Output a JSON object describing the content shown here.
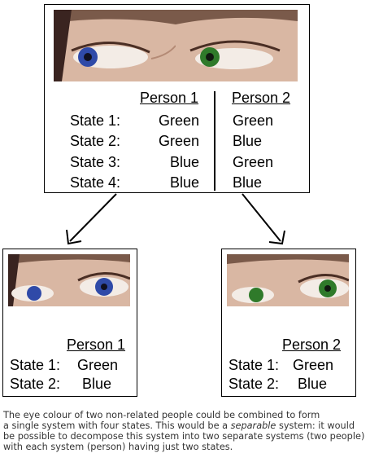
{
  "top": {
    "headers": [
      "Person 1",
      "Person 2"
    ],
    "rows": [
      {
        "label": "State 1:",
        "p1": "Green",
        "p2": "Green"
      },
      {
        "label": "State 2:",
        "p1": "Green",
        "p2": "Blue"
      },
      {
        "label": "State 3:",
        "p1": "Blue",
        "p2": "Green"
      },
      {
        "label": "State 4:",
        "p1": "Blue",
        "p2": "Blue"
      }
    ]
  },
  "left": {
    "header": "Person 1",
    "rows": [
      {
        "label": "State 1:",
        "value": "Green"
      },
      {
        "label": "State 2:",
        "value": "Blue"
      }
    ]
  },
  "right": {
    "header": "Person 2",
    "rows": [
      {
        "label": "State 1:",
        "value": "Green"
      },
      {
        "label": "State 2:",
        "value": "Blue"
      }
    ]
  },
  "caption": {
    "line1": "The eye colour of two non-related people could be combined to form",
    "line2": "a single system with four states. This would be a ",
    "line2_em": "separable",
    "line2_rest": " system: it would",
    "line3": "be possible to decompose this system into two separate systems (two people)",
    "line4": "with each system (person) having just two states."
  },
  "colors": {
    "blue_iris": "#2f4aa8",
    "green_iris": "#2f7a2a",
    "skin": "#d8b6a2"
  }
}
